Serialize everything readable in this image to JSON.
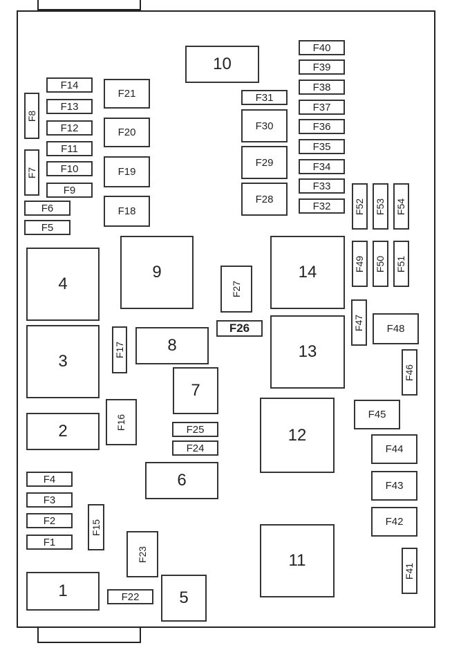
{
  "diagram": {
    "relays": {
      "r1": "1",
      "r2": "2",
      "r3": "3",
      "r4": "4",
      "r5": "5",
      "r6": "6",
      "r7": "7",
      "r8": "8",
      "r9": "9",
      "r10": "10",
      "r11": "11",
      "r12": "12",
      "r13": "13",
      "r14": "14"
    },
    "fuses": {
      "f1": "F1",
      "f2": "F2",
      "f3": "F3",
      "f4": "F4",
      "f5": "F5",
      "f6": "F6",
      "f7": "F7",
      "f8": "F8",
      "f9": "F9",
      "f10": "F10",
      "f11": "F11",
      "f12": "F12",
      "f13": "F13",
      "f14": "F14",
      "f15": "F15",
      "f16": "F16",
      "f17": "F17",
      "f18": "F18",
      "f19": "F19",
      "f20": "F20",
      "f21": "F21",
      "f22": "F22",
      "f23": "F23",
      "f24": "F24",
      "f25": "F25",
      "f26": "F26",
      "f27": "F27",
      "f28": "F28",
      "f29": "F29",
      "f30": "F30",
      "f31": "F31",
      "f32": "F32",
      "f33": "F33",
      "f34": "F34",
      "f35": "F35",
      "f36": "F36",
      "f37": "F37",
      "f38": "F38",
      "f39": "F39",
      "f40": "F40",
      "f41": "F41",
      "f42": "F42",
      "f43": "F43",
      "f44": "F44",
      "f45": "F45",
      "f46": "F46",
      "f47": "F47",
      "f48": "F48",
      "f49": "F49",
      "f50": "F50",
      "f51": "F51",
      "f52": "F52",
      "f53": "F53",
      "f54": "F54"
    }
  }
}
